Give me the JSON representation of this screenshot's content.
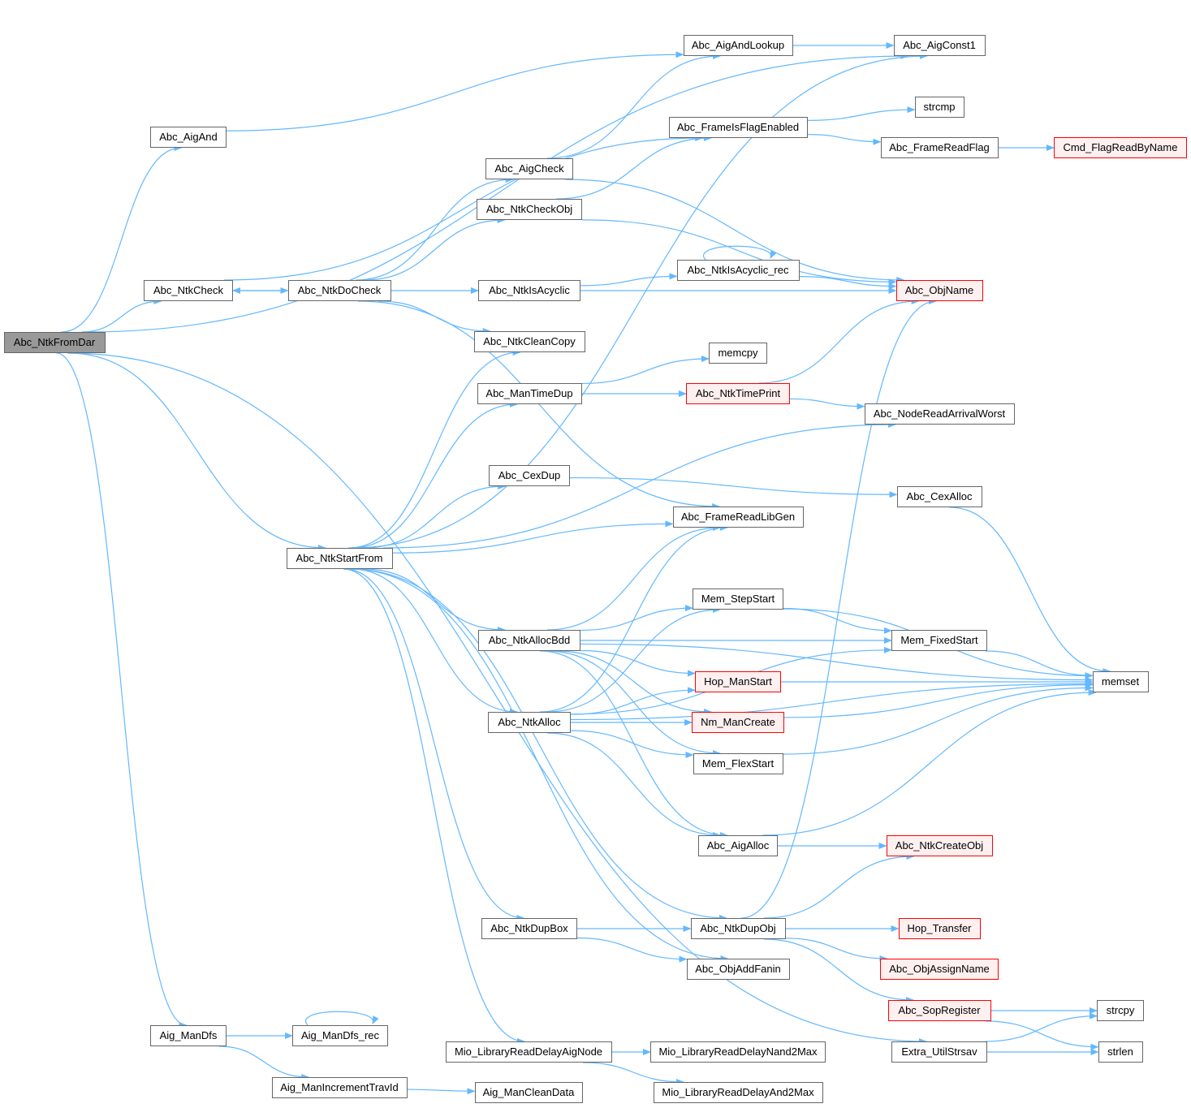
{
  "graph": {
    "edge_color": "#63b8ff",
    "nodes": [
      {
        "id": "Abc_NtkFromDar",
        "label": "Abc_NtkFromDar",
        "style": "current"
      },
      {
        "id": "Abc_AigAnd",
        "label": "Abc_AigAnd",
        "style": "normal"
      },
      {
        "id": "Abc_NtkCheck",
        "label": "Abc_NtkCheck",
        "style": "normal"
      },
      {
        "id": "Abc_NtkDoCheck",
        "label": "Abc_NtkDoCheck",
        "style": "normal"
      },
      {
        "id": "Abc_NtkStartFrom",
        "label": "Abc_NtkStartFrom",
        "style": "normal"
      },
      {
        "id": "Aig_ManDfs",
        "label": "Aig_ManDfs",
        "style": "normal"
      },
      {
        "id": "Aig_ManDfs_rec",
        "label": "Aig_ManDfs_rec",
        "style": "normal"
      },
      {
        "id": "Aig_ManIncrementTravId",
        "label": "Aig_ManIncrementTravId",
        "style": "normal"
      },
      {
        "id": "Aig_ManCleanData",
        "label": "Aig_ManCleanData",
        "style": "normal"
      },
      {
        "id": "Abc_AigAndLookup",
        "label": "Abc_AigAndLookup",
        "style": "normal"
      },
      {
        "id": "Abc_AigConst1",
        "label": "Abc_AigConst1",
        "style": "normal"
      },
      {
        "id": "strcmp",
        "label": "strcmp",
        "style": "normal"
      },
      {
        "id": "Abc_FrameIsFlagEnabled",
        "label": "Abc_FrameIsFlagEnabled",
        "style": "normal"
      },
      {
        "id": "Abc_FrameReadFlag",
        "label": "Abc_FrameReadFlag",
        "style": "normal"
      },
      {
        "id": "Cmd_FlagReadByName",
        "label": "Cmd_FlagReadByName",
        "style": "external"
      },
      {
        "id": "Abc_AigCheck",
        "label": "Abc_AigCheck",
        "style": "normal"
      },
      {
        "id": "Abc_NtkCheckObj",
        "label": "Abc_NtkCheckObj",
        "style": "normal"
      },
      {
        "id": "Abc_NtkIsAcyclic_rec",
        "label": "Abc_NtkIsAcyclic_rec",
        "style": "normal"
      },
      {
        "id": "Abc_NtkIsAcyclic",
        "label": "Abc_NtkIsAcyclic",
        "style": "normal"
      },
      {
        "id": "Abc_ObjName",
        "label": "Abc_ObjName",
        "style": "external"
      },
      {
        "id": "Abc_NtkCleanCopy",
        "label": "Abc_NtkCleanCopy",
        "style": "normal"
      },
      {
        "id": "memcpy",
        "label": "memcpy",
        "style": "normal"
      },
      {
        "id": "Abc_ManTimeDup",
        "label": "Abc_ManTimeDup",
        "style": "normal"
      },
      {
        "id": "Abc_NtkTimePrint",
        "label": "Abc_NtkTimePrint",
        "style": "external"
      },
      {
        "id": "Abc_NodeReadArrivalWorst",
        "label": "Abc_NodeReadArrivalWorst",
        "style": "normal"
      },
      {
        "id": "Abc_CexDup",
        "label": "Abc_CexDup",
        "style": "normal"
      },
      {
        "id": "Abc_CexAlloc",
        "label": "Abc_CexAlloc",
        "style": "normal"
      },
      {
        "id": "Abc_FrameReadLibGen",
        "label": "Abc_FrameReadLibGen",
        "style": "normal"
      },
      {
        "id": "Mem_StepStart",
        "label": "Mem_StepStart",
        "style": "normal"
      },
      {
        "id": "Abc_NtkAllocBdd",
        "label": "Abc_NtkAllocBdd",
        "style": "normal"
      },
      {
        "id": "Mem_FixedStart",
        "label": "Mem_FixedStart",
        "style": "normal"
      },
      {
        "id": "memset",
        "label": "memset",
        "style": "normal"
      },
      {
        "id": "Hop_ManStart",
        "label": "Hop_ManStart",
        "style": "external"
      },
      {
        "id": "Abc_NtkAlloc",
        "label": "Abc_NtkAlloc",
        "style": "normal"
      },
      {
        "id": "Nm_ManCreate",
        "label": "Nm_ManCreate",
        "style": "external"
      },
      {
        "id": "Mem_FlexStart",
        "label": "Mem_FlexStart",
        "style": "normal"
      },
      {
        "id": "Abc_AigAlloc",
        "label": "Abc_AigAlloc",
        "style": "normal"
      },
      {
        "id": "Abc_NtkCreateObj",
        "label": "Abc_NtkCreateObj",
        "style": "external"
      },
      {
        "id": "Abc_NtkDupBox",
        "label": "Abc_NtkDupBox",
        "style": "normal"
      },
      {
        "id": "Abc_NtkDupObj",
        "label": "Abc_NtkDupObj",
        "style": "normal"
      },
      {
        "id": "Hop_Transfer",
        "label": "Hop_Transfer",
        "style": "external"
      },
      {
        "id": "Abc_ObjAddFanin",
        "label": "Abc_ObjAddFanin",
        "style": "normal"
      },
      {
        "id": "Abc_ObjAssignName",
        "label": "Abc_ObjAssignName",
        "style": "external"
      },
      {
        "id": "Abc_SopRegister",
        "label": "Abc_SopRegister",
        "style": "external"
      },
      {
        "id": "strcpy",
        "label": "strcpy",
        "style": "normal"
      },
      {
        "id": "Mio_LibraryReadDelayAigNode",
        "label": "Mio_LibraryReadDelayAigNode",
        "style": "normal"
      },
      {
        "id": "Mio_LibraryReadDelayNand2Max",
        "label": "Mio_LibraryReadDelayNand2Max",
        "style": "normal"
      },
      {
        "id": "Extra_UtilStrsav",
        "label": "Extra_UtilStrsav",
        "style": "normal"
      },
      {
        "id": "strlen",
        "label": "strlen",
        "style": "normal"
      },
      {
        "id": "Mio_LibraryReadDelayAnd2Max",
        "label": "Mio_LibraryReadDelayAnd2Max",
        "style": "normal"
      }
    ],
    "edges": [
      [
        "Abc_NtkFromDar",
        "Abc_AigConst1"
      ],
      [
        "Abc_NtkFromDar",
        "Abc_AigAnd"
      ],
      [
        "Abc_NtkFromDar",
        "Abc_NtkCheck"
      ],
      [
        "Abc_NtkFromDar",
        "Abc_NtkStartFrom"
      ],
      [
        "Abc_NtkFromDar",
        "Aig_ManDfs"
      ],
      [
        "Abc_NtkFromDar",
        "Extra_UtilStrsav"
      ],
      [
        "Abc_AigAnd",
        "Abc_AigAndLookup"
      ],
      [
        "Abc_AigAndLookup",
        "Abc_AigConst1"
      ],
      [
        "Abc_NtkCheck",
        "Abc_FrameIsFlagEnabled"
      ],
      [
        "Abc_NtkCheck",
        "Abc_NtkDoCheck"
      ],
      [
        "Abc_NtkDoCheck",
        "Abc_NtkCheck"
      ],
      [
        "Abc_NtkDoCheck",
        "Abc_AigCheck"
      ],
      [
        "Abc_NtkDoCheck",
        "Abc_NtkCheckObj"
      ],
      [
        "Abc_NtkDoCheck",
        "Abc_NtkIsAcyclic"
      ],
      [
        "Abc_NtkDoCheck",
        "Abc_NtkCleanCopy"
      ],
      [
        "Abc_NtkDoCheck",
        "Abc_FrameReadLibGen"
      ],
      [
        "Abc_AigCheck",
        "Abc_AigAndLookup"
      ],
      [
        "Abc_AigCheck",
        "Abc_ObjName"
      ],
      [
        "Abc_NtkCheckObj",
        "Abc_FrameIsFlagEnabled"
      ],
      [
        "Abc_NtkCheckObj",
        "Abc_ObjName"
      ],
      [
        "Abc_FrameIsFlagEnabled",
        "strcmp"
      ],
      [
        "Abc_FrameIsFlagEnabled",
        "Abc_FrameReadFlag"
      ],
      [
        "Abc_FrameReadFlag",
        "Cmd_FlagReadByName"
      ],
      [
        "Abc_NtkIsAcyclic",
        "Abc_NtkIsAcyclic_rec"
      ],
      [
        "Abc_NtkIsAcyclic",
        "Abc_ObjName"
      ],
      [
        "Abc_NtkIsAcyclic_rec",
        "Abc_NtkIsAcyclic_rec"
      ],
      [
        "Abc_NtkIsAcyclic_rec",
        "Abc_ObjName"
      ],
      [
        "Abc_NtkStartFrom",
        "Abc_AigConst1"
      ],
      [
        "Abc_NtkStartFrom",
        "Abc_NtkCleanCopy"
      ],
      [
        "Abc_NtkStartFrom",
        "Abc_ManTimeDup"
      ],
      [
        "Abc_NtkStartFrom",
        "Abc_NodeReadArrivalWorst"
      ],
      [
        "Abc_NtkStartFrom",
        "Abc_CexDup"
      ],
      [
        "Abc_NtkStartFrom",
        "Abc_FrameReadLibGen"
      ],
      [
        "Abc_NtkStartFrom",
        "Abc_NtkAllocBdd"
      ],
      [
        "Abc_NtkStartFrom",
        "Abc_NtkAlloc"
      ],
      [
        "Abc_NtkStartFrom",
        "Abc_NtkDupObj"
      ],
      [
        "Abc_NtkStartFrom",
        "Abc_NtkDupBox"
      ],
      [
        "Abc_NtkStartFrom",
        "Abc_ObjAddFanin"
      ],
      [
        "Abc_NtkStartFrom",
        "Mio_LibraryReadDelayAigNode"
      ],
      [
        "Abc_ManTimeDup",
        "memcpy"
      ],
      [
        "Abc_ManTimeDup",
        "Abc_NtkTimePrint"
      ],
      [
        "Abc_NtkTimePrint",
        "Abc_ObjName"
      ],
      [
        "Abc_NtkTimePrint",
        "Abc_NodeReadArrivalWorst"
      ],
      [
        "Abc_CexDup",
        "Abc_CexAlloc"
      ],
      [
        "Abc_CexAlloc",
        "memset"
      ],
      [
        "Abc_NtkAllocBdd",
        "Abc_FrameReadLibGen"
      ],
      [
        "Abc_NtkAllocBdd",
        "memset"
      ],
      [
        "Abc_NtkAllocBdd",
        "Mem_StepStart"
      ],
      [
        "Abc_NtkAllocBdd",
        "Mem_FixedStart"
      ],
      [
        "Abc_NtkAllocBdd",
        "Hop_ManStart"
      ],
      [
        "Abc_NtkAllocBdd",
        "Nm_ManCreate"
      ],
      [
        "Abc_NtkAllocBdd",
        "Mem_FlexStart"
      ],
      [
        "Abc_NtkAllocBdd",
        "Abc_AigAlloc"
      ],
      [
        "Abc_NtkAlloc",
        "Abc_FrameReadLibGen"
      ],
      [
        "Abc_NtkAlloc",
        "Mem_StepStart"
      ],
      [
        "Abc_NtkAlloc",
        "Hop_ManStart"
      ],
      [
        "Abc_NtkAlloc",
        "Nm_ManCreate"
      ],
      [
        "Abc_NtkAlloc",
        "Mem_FlexStart"
      ],
      [
        "Abc_NtkAlloc",
        "Mem_FixedStart"
      ],
      [
        "Abc_NtkAlloc",
        "Abc_AigAlloc"
      ],
      [
        "Abc_NtkAlloc",
        "memset"
      ],
      [
        "Mem_StepStart",
        "memset"
      ],
      [
        "Mem_StepStart",
        "Mem_FixedStart"
      ],
      [
        "Mem_FixedStart",
        "memset"
      ],
      [
        "Hop_ManStart",
        "memset"
      ],
      [
        "Nm_ManCreate",
        "memset"
      ],
      [
        "Mem_FlexStart",
        "memset"
      ],
      [
        "Abc_AigAlloc",
        "memset"
      ],
      [
        "Abc_AigAlloc",
        "Abc_NtkCreateObj"
      ],
      [
        "Abc_NtkDupBox",
        "Abc_NtkDupObj"
      ],
      [
        "Abc_NtkDupBox",
        "Abc_ObjAddFanin"
      ],
      [
        "Abc_NtkDupObj",
        "Abc_ObjName"
      ],
      [
        "Abc_NtkDupObj",
        "Abc_NtkCreateObj"
      ],
      [
        "Abc_NtkDupObj",
        "Hop_Transfer"
      ],
      [
        "Abc_NtkDupObj",
        "Abc_ObjAssignName"
      ],
      [
        "Abc_NtkDupObj",
        "Abc_SopRegister"
      ],
      [
        "Abc_SopRegister",
        "strcpy"
      ],
      [
        "Abc_SopRegister",
        "strlen"
      ],
      [
        "Extra_UtilStrsav",
        "strcpy"
      ],
      [
        "Extra_UtilStrsav",
        "strlen"
      ],
      [
        "Mio_LibraryReadDelayAigNode",
        "Mio_LibraryReadDelayNand2Max"
      ],
      [
        "Mio_LibraryReadDelayAigNode",
        "Mio_LibraryReadDelayAnd2Max"
      ],
      [
        "Aig_ManDfs",
        "Aig_ManDfs_rec"
      ],
      [
        "Aig_ManDfs",
        "Aig_ManIncrementTravId"
      ],
      [
        "Aig_ManDfs_rec",
        "Aig_ManDfs_rec"
      ],
      [
        "Aig_ManIncrementTravId",
        "Aig_ManCleanData"
      ]
    ]
  }
}
